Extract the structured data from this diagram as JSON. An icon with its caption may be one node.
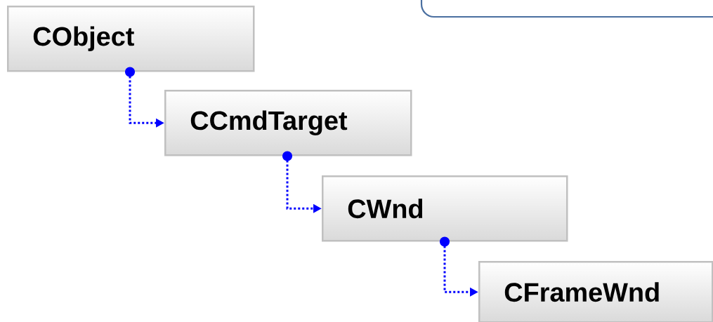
{
  "diagram": {
    "nodes": [
      {
        "text": [
          "CObject"
        ]
      },
      {
        "text": [
          "CCmdTarget"
        ]
      },
      {
        "text": [
          "CWnd"
        ]
      },
      {
        "text": [
          "CFrameWnd"
        ]
      }
    ],
    "edges": [
      {
        "from": 0,
        "to": 1,
        "arrow": "to"
      },
      {
        "from": 1,
        "to": 2,
        "arrow": "to"
      },
      {
        "from": 2,
        "to": 3,
        "arrow": "to"
      }
    ]
  }
}
